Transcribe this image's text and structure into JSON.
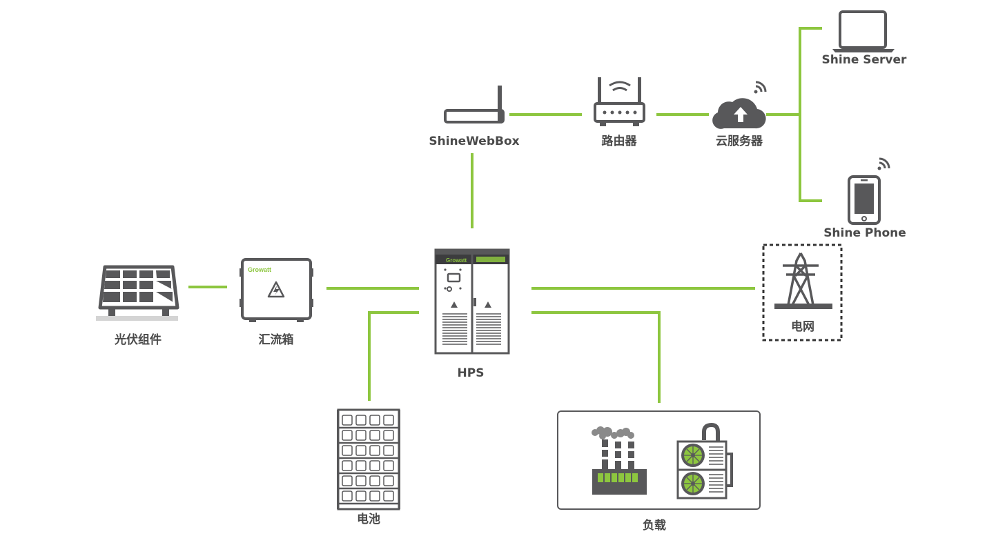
{
  "labels": {
    "shine_server": "Shine Server",
    "shine_webbox": "ShineWebBox",
    "router": "路由器",
    "cloud_server": "云服务器",
    "shine_phone": "Shine Phone",
    "pv_modules": "光伏组件",
    "combiner_box": "汇流箱",
    "hps": "HPS",
    "grid": "电网",
    "battery": "电池",
    "load": "负载"
  },
  "device_text": {
    "combiner_brand": "Growatt",
    "hps_brand": "Growatt"
  },
  "colors": {
    "link": "#8dc63f",
    "icon": "#58585a",
    "label": "#4a4a4a",
    "accent_green": "#8dc63f"
  },
  "icons": [
    "laptop-icon",
    "router-icon",
    "wifi-router-icon",
    "cloud-upload-icon",
    "wifi-signal-icon",
    "smartphone-icon",
    "solar-panel-icon",
    "combiner-box-icon",
    "warning-icon",
    "hps-cabinet-icon",
    "transmission-tower-icon",
    "battery-rack-icon",
    "factory-icon",
    "air-conditioner-icon"
  ]
}
